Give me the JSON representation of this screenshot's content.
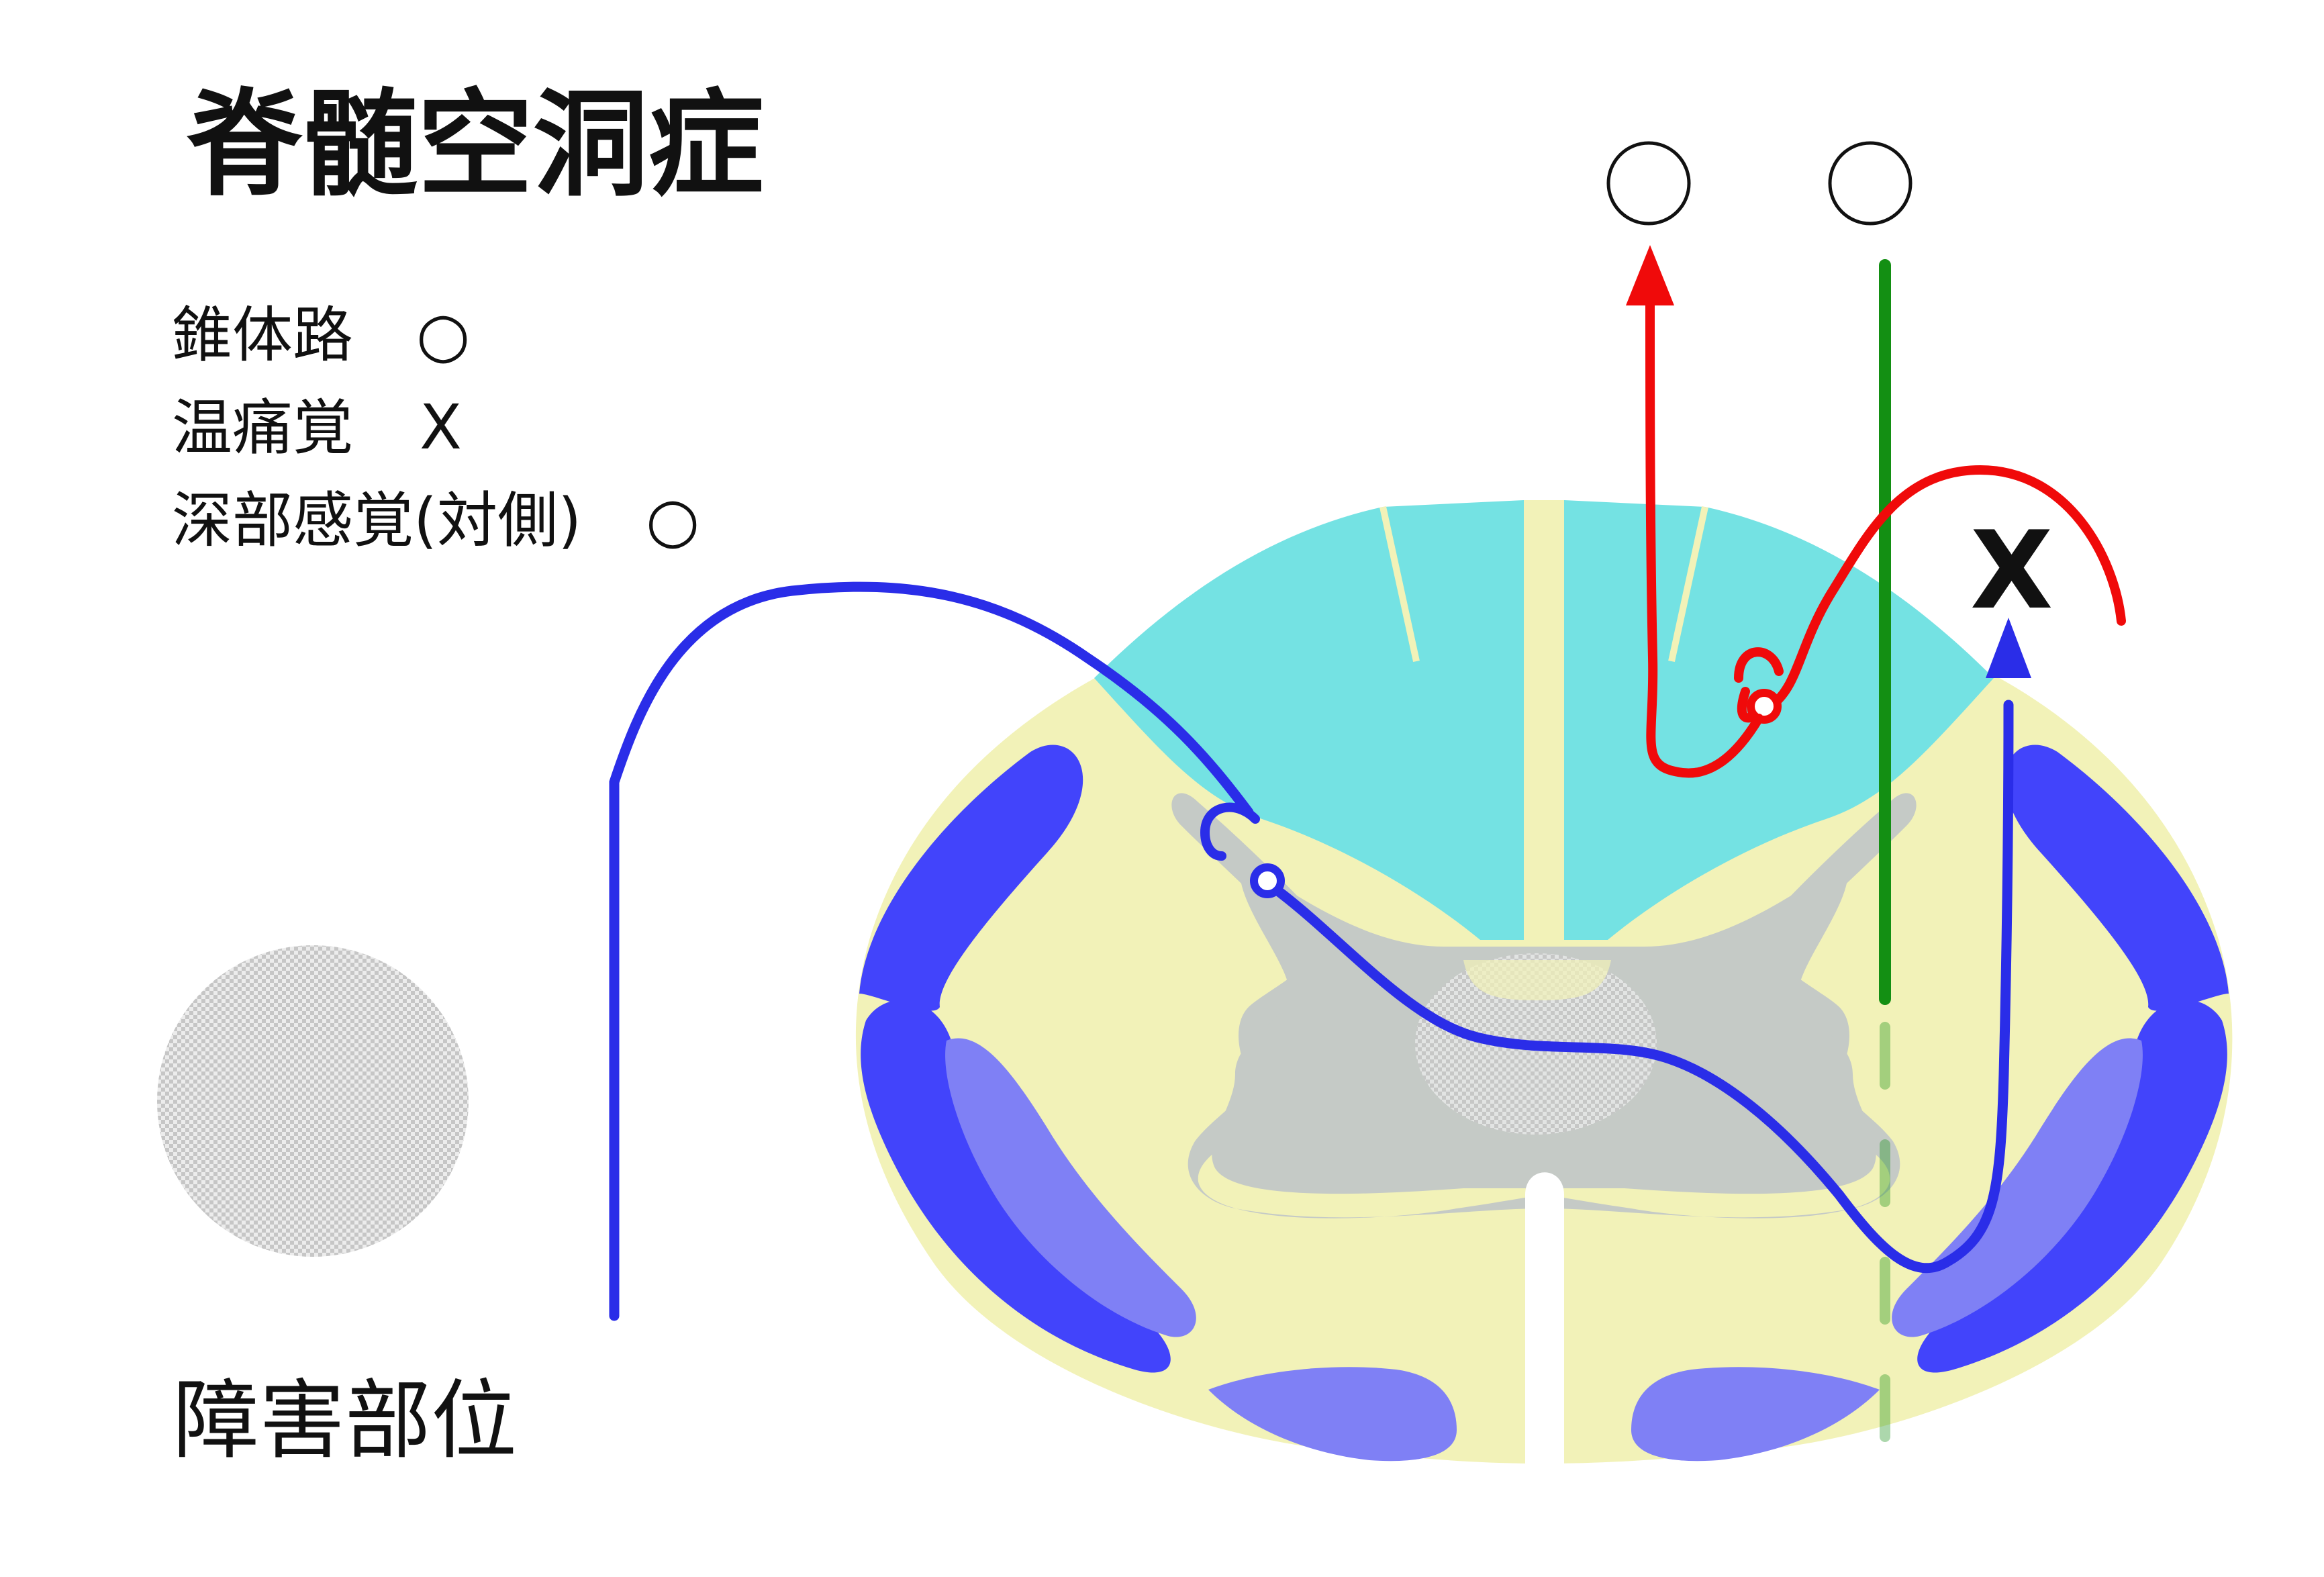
{
  "title": "脊髄空洞症",
  "legend": [
    {
      "label": "錐体路",
      "mark": "○"
    },
    {
      "label": "温痛覚",
      "mark": "X"
    },
    {
      "label": "深部感覚(対側)",
      "mark": "○"
    }
  ],
  "lesion_label": "障害部位",
  "pathway_results": {
    "red_tract": "○",
    "green_tract": "○",
    "blue_tract": "X"
  },
  "colors": {
    "white_matter": "#f2f2b8",
    "dorsal_column": "#74e2e3",
    "gray_matter": "#c5cac6",
    "lateral_tract": "#4244fb",
    "ventral_tract": "#7f80f5",
    "blue_pathway": "#2a2de8",
    "red_pathway": "#f00a0a",
    "green_pathway": "#138f13",
    "lesion": "#cfcfcf"
  }
}
